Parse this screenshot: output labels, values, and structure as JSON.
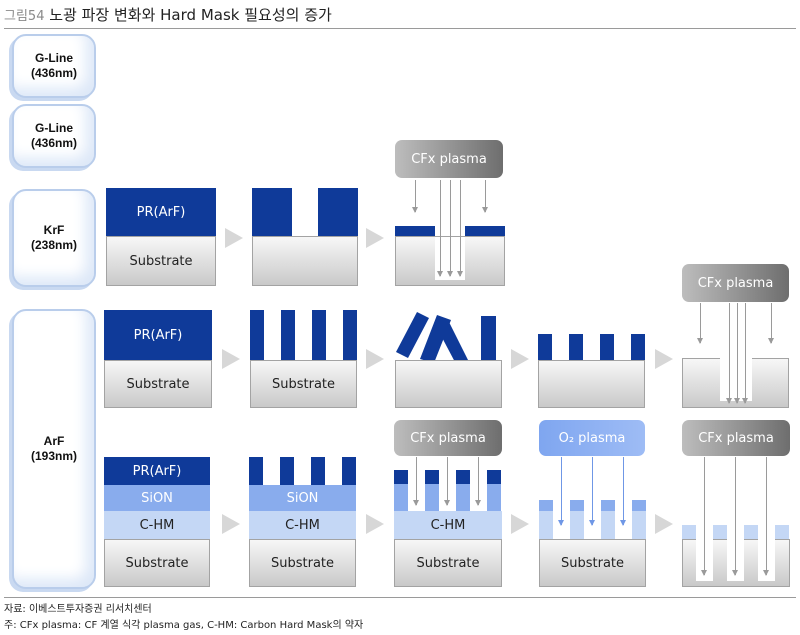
{
  "title": {
    "fig": "그림54",
    "text": "노광 파장 변화와 Hard Mask 필요성의 증가"
  },
  "labels": [
    {
      "l1": "G-Line",
      "l2": "(436nm)"
    },
    {
      "l1": "G-Line",
      "l2": "(436nm)"
    },
    {
      "l1": "KrF",
      "l2": "(238nm)"
    },
    {
      "l1": "ArF",
      "l2": "(193nm)"
    }
  ],
  "layers": {
    "pr": "PR(ArF)",
    "sion": "SiON",
    "chm": "C-HM",
    "substrate": "Substrate"
  },
  "plasma": {
    "cfx": "CFx plasma",
    "o2": "O₂ plasma"
  },
  "footer": {
    "source": "자료: 이베스트투자증권 리서치센터",
    "note": "주: CFx plasma: CF 계열 식각 plasma gas, C-HM: Carbon Hard Mask의 약자"
  }
}
